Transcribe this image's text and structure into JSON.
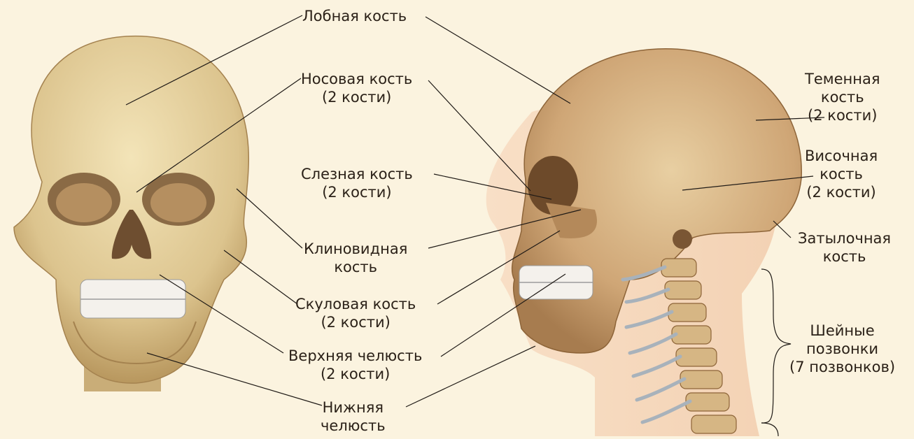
{
  "labels": {
    "frontal": {
      "line1": "Лобная кость"
    },
    "nasal": {
      "line1": "Носовая кость",
      "line2": "(2 кости)"
    },
    "lacrimal": {
      "line1": "Слезная кость",
      "line2": "(2 кости)"
    },
    "sphenoid": {
      "line1": "Клиновидная",
      "line2": "кость"
    },
    "zygomatic": {
      "line1": "Скуловая кость",
      "line2": "(2 кости)"
    },
    "maxilla": {
      "line1": "Верхняя челюсть",
      "line2": "(2 кости)"
    },
    "mandible": {
      "line1": "Нижняя",
      "line2": "челюсть"
    },
    "parietal": {
      "line1": "Теменная",
      "line2": "кость",
      "line3": "(2 кости)"
    },
    "temporal": {
      "line1": "Височная",
      "line2": "кость",
      "line3": "(2 кости)"
    },
    "occipital": {
      "line1": "Затылочная",
      "line2": "кость"
    },
    "cervical": {
      "line1": "Шейные",
      "line2": "позвонки",
      "line3": "(7 позвонков)"
    }
  },
  "colors": {
    "background": "#fbf3df",
    "bone": "#dcc48e",
    "bone_dark": "#b48a55",
    "skin": "#f7dcc3",
    "teeth": "#f4f1ec",
    "leader": "#1f1a16"
  }
}
